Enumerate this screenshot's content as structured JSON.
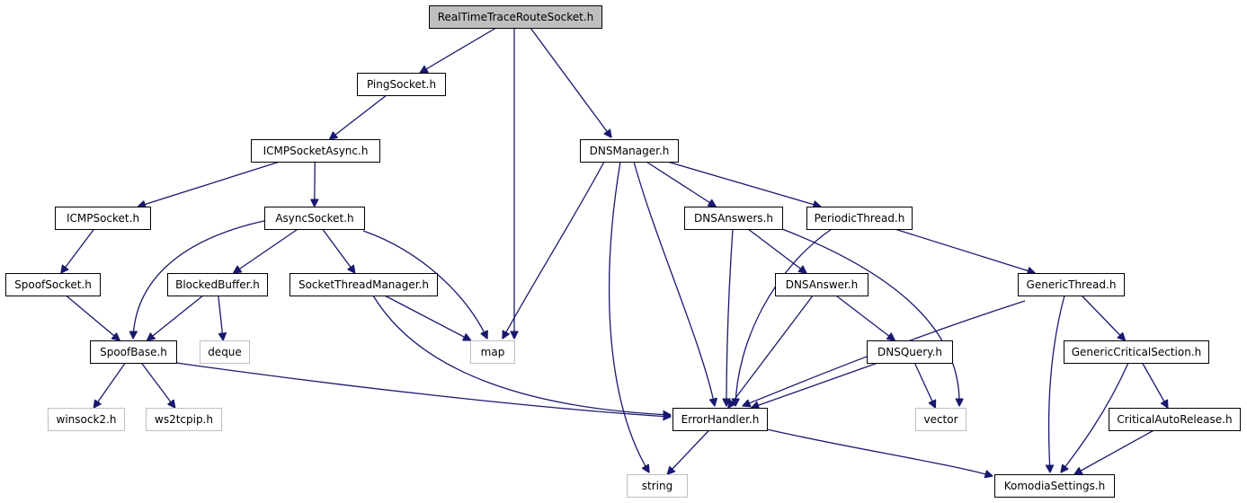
{
  "colors": {
    "edge": "#191970",
    "root_fill": "#bfbfbf",
    "external_border": "#bfbfbf",
    "external_text": "#404040"
  },
  "nodes": [
    {
      "id": "root",
      "label": "RealTimeTraceRouteSocket.h",
      "kind": "root"
    },
    {
      "id": "ping",
      "label": "PingSocket.h",
      "kind": "normal"
    },
    {
      "id": "icmpasync",
      "label": "ICMPSocketAsync.h",
      "kind": "normal"
    },
    {
      "id": "icmp",
      "label": "ICMPSocket.h",
      "kind": "normal"
    },
    {
      "id": "asyncsock",
      "label": "AsyncSocket.h",
      "kind": "normal"
    },
    {
      "id": "spoofsock",
      "label": "SpoofSocket.h",
      "kind": "normal"
    },
    {
      "id": "blocked",
      "label": "BlockedBuffer.h",
      "kind": "normal"
    },
    {
      "id": "stm",
      "label": "SocketThreadManager.h",
      "kind": "normal"
    },
    {
      "id": "spoofbase",
      "label": "SpoofBase.h",
      "kind": "normal"
    },
    {
      "id": "deque",
      "label": "deque",
      "kind": "external"
    },
    {
      "id": "map",
      "label": "map",
      "kind": "external"
    },
    {
      "id": "winsock",
      "label": "winsock2.h",
      "kind": "external"
    },
    {
      "id": "ws2",
      "label": "ws2tcpip.h",
      "kind": "external"
    },
    {
      "id": "dnsmgr",
      "label": "DNSManager.h",
      "kind": "normal"
    },
    {
      "id": "dnsanswers",
      "label": "DNSAnswers.h",
      "kind": "normal"
    },
    {
      "id": "periodic",
      "label": "PeriodicThread.h",
      "kind": "normal"
    },
    {
      "id": "dnsanswer",
      "label": "DNSAnswer.h",
      "kind": "normal"
    },
    {
      "id": "generic",
      "label": "GenericThread.h",
      "kind": "normal"
    },
    {
      "id": "dnsquery",
      "label": "DNSQuery.h",
      "kind": "normal"
    },
    {
      "id": "gcs",
      "label": "GenericCriticalSection.h",
      "kind": "normal"
    },
    {
      "id": "errh",
      "label": "ErrorHandler.h",
      "kind": "normal"
    },
    {
      "id": "vector",
      "label": "vector",
      "kind": "external"
    },
    {
      "id": "car",
      "label": "CriticalAutoRelease.h",
      "kind": "normal"
    },
    {
      "id": "string",
      "label": "string",
      "kind": "external"
    },
    {
      "id": "komodia",
      "label": "KomodiaSettings.h",
      "kind": "normal"
    }
  ],
  "edges": [
    {
      "from": "root",
      "to": "ping"
    },
    {
      "from": "root",
      "to": "map"
    },
    {
      "from": "root",
      "to": "dnsmgr"
    },
    {
      "from": "ping",
      "to": "icmpasync"
    },
    {
      "from": "icmpasync",
      "to": "icmp"
    },
    {
      "from": "icmpasync",
      "to": "asyncsock"
    },
    {
      "from": "icmp",
      "to": "spoofsock"
    },
    {
      "from": "spoofsock",
      "to": "spoofbase"
    },
    {
      "from": "asyncsock",
      "to": "spoofbase"
    },
    {
      "from": "asyncsock",
      "to": "blocked"
    },
    {
      "from": "asyncsock",
      "to": "stm"
    },
    {
      "from": "asyncsock",
      "to": "map"
    },
    {
      "from": "blocked",
      "to": "spoofbase"
    },
    {
      "from": "blocked",
      "to": "deque"
    },
    {
      "from": "stm",
      "to": "map"
    },
    {
      "from": "stm",
      "to": "errh"
    },
    {
      "from": "spoofbase",
      "to": "winsock"
    },
    {
      "from": "spoofbase",
      "to": "ws2"
    },
    {
      "from": "spoofbase",
      "to": "errh"
    },
    {
      "from": "dnsmgr",
      "to": "map"
    },
    {
      "from": "dnsmgr",
      "to": "string"
    },
    {
      "from": "dnsmgr",
      "to": "errh"
    },
    {
      "from": "dnsmgr",
      "to": "dnsanswers"
    },
    {
      "from": "dnsmgr",
      "to": "periodic"
    },
    {
      "from": "dnsanswers",
      "to": "errh"
    },
    {
      "from": "dnsanswers",
      "to": "dnsanswer"
    },
    {
      "from": "dnsanswers",
      "to": "vector"
    },
    {
      "from": "periodic",
      "to": "errh"
    },
    {
      "from": "periodic",
      "to": "generic"
    },
    {
      "from": "dnsanswer",
      "to": "errh"
    },
    {
      "from": "dnsanswer",
      "to": "dnsquery"
    },
    {
      "from": "dnsquery",
      "to": "errh"
    },
    {
      "from": "dnsquery",
      "to": "vector"
    },
    {
      "from": "generic",
      "to": "errh"
    },
    {
      "from": "generic",
      "to": "komodia"
    },
    {
      "from": "generic",
      "to": "gcs"
    },
    {
      "from": "gcs",
      "to": "komodia"
    },
    {
      "from": "gcs",
      "to": "car"
    },
    {
      "from": "car",
      "to": "komodia"
    },
    {
      "from": "errh",
      "to": "string"
    },
    {
      "from": "errh",
      "to": "komodia"
    }
  ]
}
